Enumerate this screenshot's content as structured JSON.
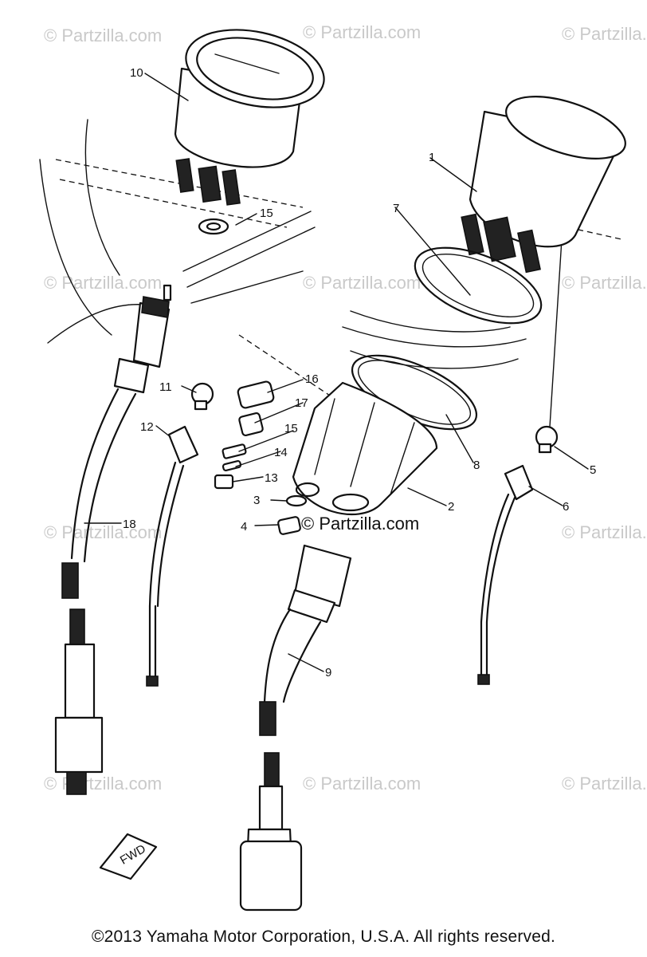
{
  "watermark_text": "© Partzilla.com",
  "center_watermark_text": "© Partzilla.com",
  "copyright": "©2013 Yamaha Motor Corporation, U.S.A. All rights reserved.",
  "fwd_label": "FWD",
  "callouts": {
    "c1": "1",
    "c2": "2",
    "c3": "3",
    "c4": "4",
    "c5": "5",
    "c6": "6",
    "c7": "7",
    "c8": "8",
    "c9": "9",
    "c10": "10",
    "c11": "11",
    "c12": "12",
    "c13": "13",
    "c14": "14",
    "c15a": "15",
    "c15b": "15",
    "c16": "16",
    "c17": "17",
    "c18": "18"
  }
}
